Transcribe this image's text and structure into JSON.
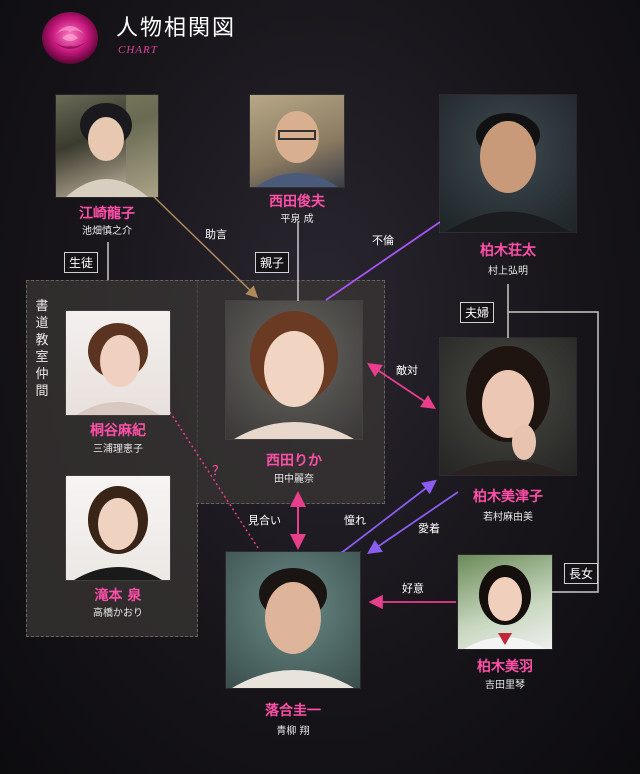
{
  "header": {
    "title": "人物相関図",
    "subtitle": "CHART"
  },
  "group_label": "書道教室仲間",
  "people": {
    "ezaki": {
      "name": "江崎龍子",
      "actor": "池畑慎之介"
    },
    "nishida_toshio": {
      "name": "西田俊夫",
      "actor": "平泉 成"
    },
    "kashiwagi_sota": {
      "name": "柏木荘太",
      "actor": "村上弘明"
    },
    "kiritani": {
      "name": "桐谷麻紀",
      "actor": "三浦理恵子"
    },
    "nishida_rika": {
      "name": "西田りか",
      "actor": "田中麗奈"
    },
    "kashiwagi_mitsuko": {
      "name": "柏木美津子",
      "actor": "若村麻由美"
    },
    "takimoto": {
      "name": "滝本 泉",
      "actor": "高橋かおり"
    },
    "ochiai": {
      "name": "落合圭一",
      "actor": "青柳 翔"
    },
    "kashiwagi_miu": {
      "name": "柏木美羽",
      "actor": "吉田里琴"
    }
  },
  "relations": {
    "advice": "助言",
    "parent_child": "親子",
    "affair": "不倫",
    "student": "生徒",
    "couple": "夫婦",
    "hostile": "敵対",
    "unknown": "？",
    "matchmaking": "見合い",
    "admiration": "憧れ",
    "attachment": "愛着",
    "eldest_daughter": "長女",
    "goodwill": "好意"
  },
  "colors": {
    "accent_pink": "#ff4fa9",
    "arrow_pink": "#e83e8c",
    "arrow_purple": "#8a5cf0",
    "arrow_tan": "#b08a5a",
    "line_gray": "#c8c8c8"
  }
}
